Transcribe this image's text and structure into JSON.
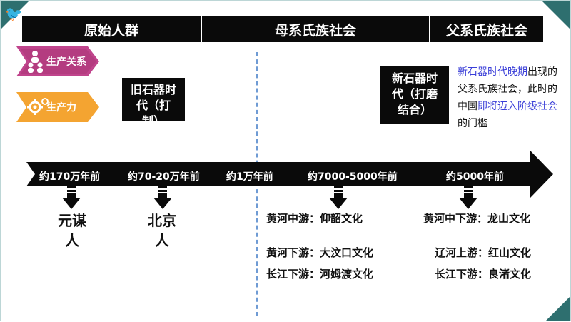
{
  "eras": [
    {
      "label": "原始人群"
    },
    {
      "label": "母系氏族社会"
    },
    {
      "label": "父系氏族社会"
    }
  ],
  "side_tags": [
    {
      "label": "生产关系",
      "color": "#c0448c",
      "icon": "people-icon"
    },
    {
      "label": "生产力",
      "color": "#f4a431",
      "icon": "gear-icon"
    }
  ],
  "boxes": {
    "old_stone": "旧石器时代（打制）",
    "new_stone": "新石器时代（打磨结合）"
  },
  "note": {
    "part1": "新石器时代晚期",
    "part2": "出现的父系氏族社会，此时的中国",
    "part3": "即将迈入阶级社会",
    "part4": "的门槛"
  },
  "timeline": {
    "arrow_color": "#0a0a0a",
    "ticks": [
      {
        "label": "约170万年前"
      },
      {
        "label": "约70-20万年前"
      },
      {
        "label": "约1万年前"
      },
      {
        "label": "约7000-5000年前"
      },
      {
        "label": "约5000年前"
      }
    ]
  },
  "sites": {
    "yuanmou": [
      "元谋",
      "人"
    ],
    "beijing": [
      "北京",
      "人"
    ]
  },
  "cultures": {
    "matrilineal": [
      {
        "text": "黄河中游：仰韶文化"
      },
      {
        "text": "黄河下游：大汶口文化"
      },
      {
        "text": "长江下游：河姆渡文化"
      }
    ],
    "patrilineal": [
      {
        "text": "黄河中下游：龙山文化"
      },
      {
        "text": "辽河上游：红山文化"
      },
      {
        "text": "长江下游：良渚文化"
      }
    ]
  }
}
